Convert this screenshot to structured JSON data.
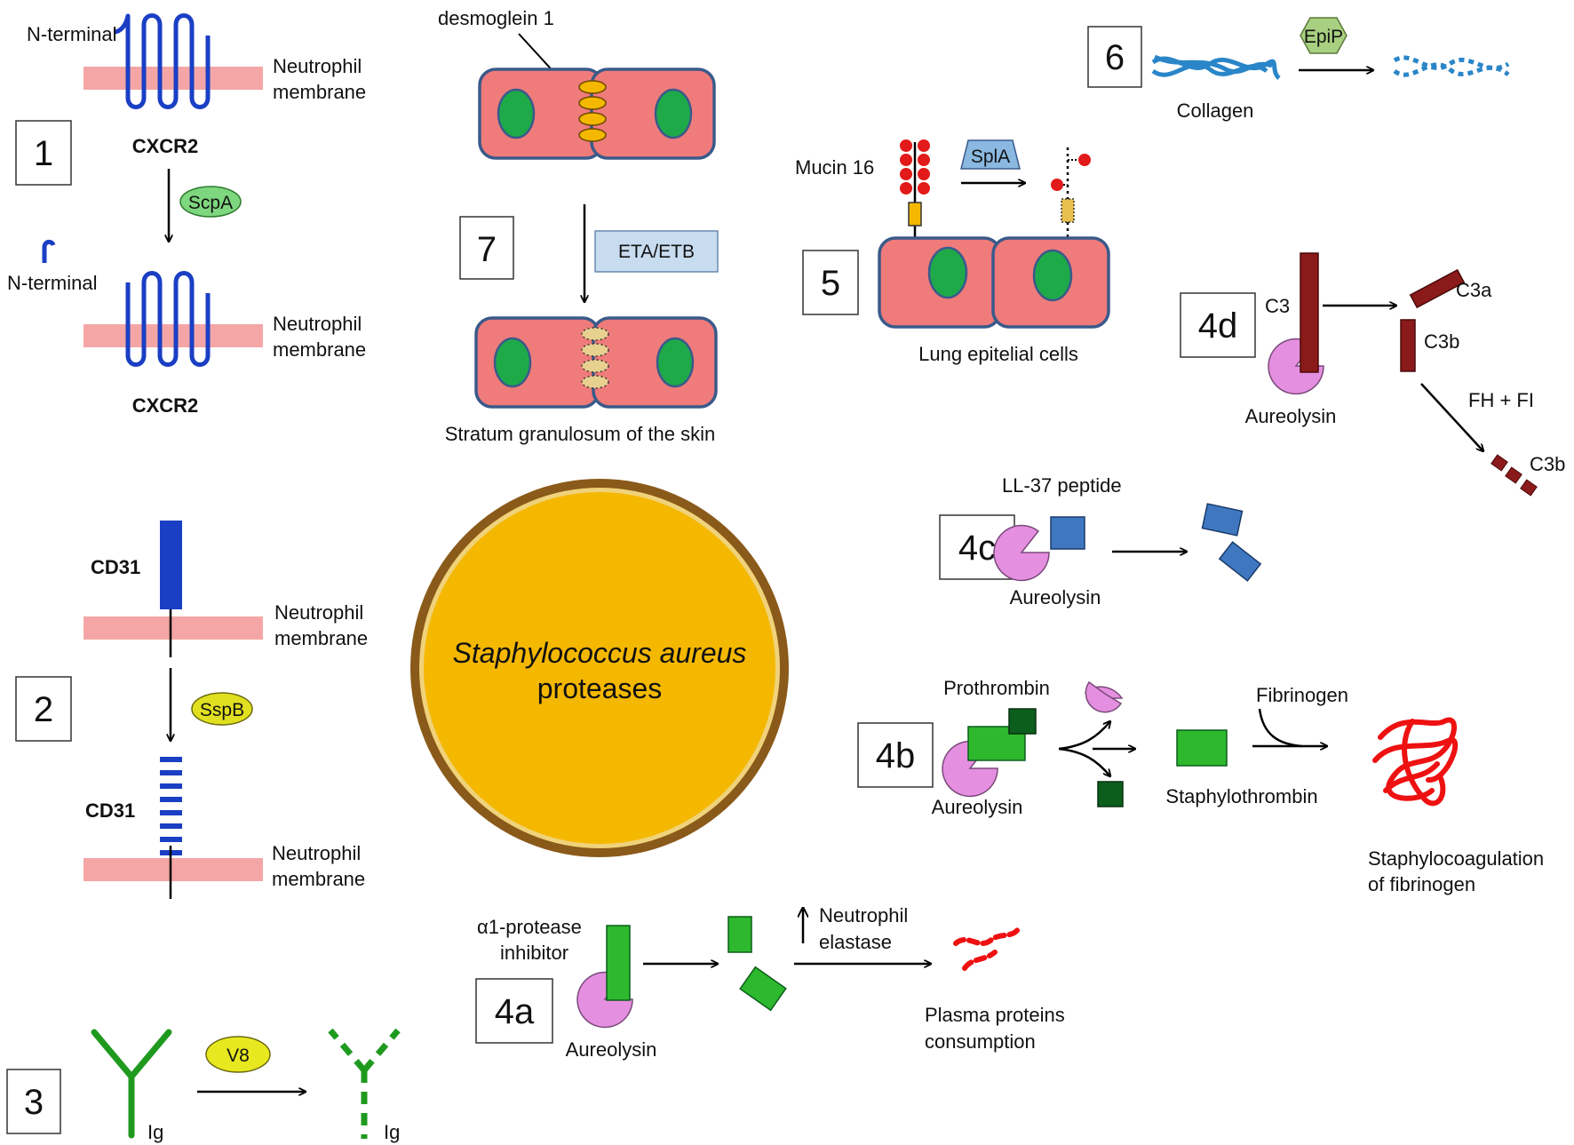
{
  "center": {
    "line1": "Staphylococcus aureus",
    "line2": "proteases"
  },
  "panel1": {
    "number": "1",
    "nterm_top": "N-terminal",
    "nterm_free": "N-terminal",
    "membrane_top_l1": "Neutrophil",
    "membrane_top_l2": "membrane",
    "membrane_bot_l1": "Neutrophil",
    "membrane_bot_l2": "membrane",
    "receptor_top": "CXCR2",
    "receptor_bot": "CXCR2",
    "enzyme": "ScpA"
  },
  "panel2": {
    "number": "2",
    "receptor_top": "CD31",
    "receptor_bot": "CD31",
    "membrane_top_l1": "Neutrophil",
    "membrane_top_l2": "membrane",
    "membrane_bot_l1": "Neutrophil",
    "membrane_bot_l2": "membrane",
    "enzyme": "SspB"
  },
  "panel3": {
    "number": "3",
    "enzyme": "V8",
    "ig_left": "Ig",
    "ig_right": "Ig"
  },
  "panel4a": {
    "number": "4a",
    "inhibitor_l1": "α1-protease",
    "inhibitor_l2": "inhibitor",
    "protease": "Aureolysin",
    "arrow_label_l1": "Neutrophil",
    "arrow_label_l2": "elastase",
    "result_l1": "Plasma proteins",
    "result_l2": "consumption"
  },
  "panel4b": {
    "number": "4b",
    "substrate": "Prothrombin",
    "protease": "Aureolysin",
    "product": "Staphylothrombin",
    "cofactor": "Fibrinogen",
    "result_l1": "Staphylocoagulation",
    "result_l2": "of fibrinogen"
  },
  "panel4c": {
    "number": "4c",
    "substrate": "LL-37 peptide",
    "protease": "Aureolysin"
  },
  "panel4d": {
    "number": "4d",
    "substrate": "C3",
    "protease": "Aureolysin",
    "product_a": "C3a",
    "product_b": "C3b",
    "factors": "FH + FI",
    "product_final": "C3b"
  },
  "panel5": {
    "number": "5",
    "substrate": "Mucin 16",
    "enzyme": "SplA",
    "cells": "Lung epitelial cells"
  },
  "panel6": {
    "number": "6",
    "enzyme": "EpiP",
    "substrate": "Collagen"
  },
  "panel7": {
    "number": "7",
    "substrate": "desmoglein 1",
    "enzyme": "ETA/ETB",
    "tissue": "Stratum granulosum of the skin"
  },
  "colors": {
    "membrane": "#f4a6a6",
    "receptor": "#1a3fc4",
    "cell_fill": "#f07b7b",
    "cell_border": "#3a5a8a",
    "nucleus": "#1faa4a",
    "coccus": "#f5b800",
    "coccus_rim": "#8a5a1a",
    "aureolysin": "#e58fe0",
    "green_protein": "#2db82d",
    "dark_green": "#0c5e1c",
    "blue_peptide": "#3f78c0",
    "c3_brown": "#8b1a1a",
    "fibrin_red": "#ee1111",
    "mucin_red": "#e21a1a",
    "collagen_blue": "#2a86c8"
  }
}
